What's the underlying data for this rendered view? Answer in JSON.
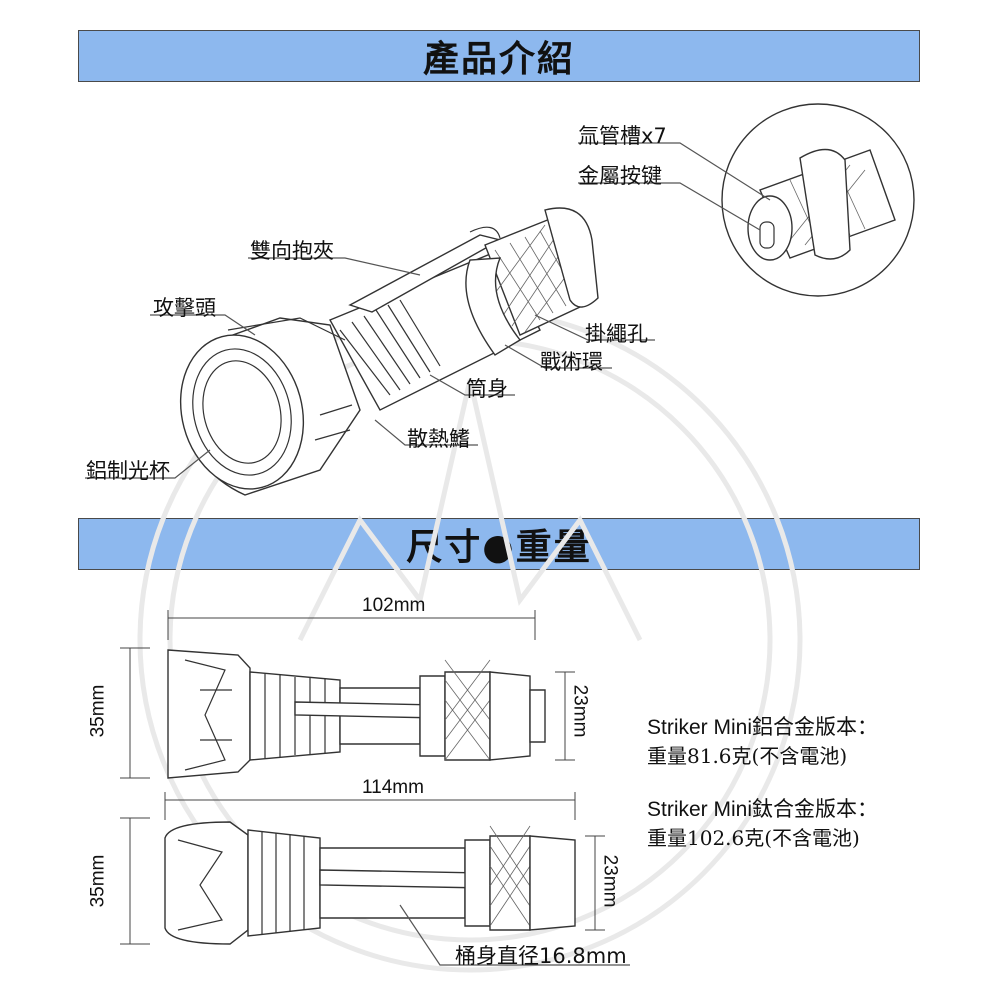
{
  "sections": {
    "intro_title": "產品介紹",
    "size_title": "尺寸●重量"
  },
  "callouts": {
    "o_ring_grooves": "氚管槽x7",
    "metal_button": "金屬按键",
    "clip": "雙向抱夾",
    "strike_head": "攻擊頭",
    "lanyard_hole": "掛繩孔",
    "tactical_ring": "戰術環",
    "body_tube": "筒身",
    "heat_fins": "散熱鰭",
    "reflector": "鋁制光杯"
  },
  "dimensions": {
    "aluminum_length": "102mm",
    "aluminum_head_diameter": "35mm",
    "aluminum_tail_diameter": "23mm",
    "titanium_length": "114mm",
    "titanium_head_diameter": "35mm",
    "titanium_tail_diameter": "23mm",
    "tube_diameter": "桶身直径16.8mm"
  },
  "specs": {
    "aluminum_name": "Striker Mini鋁合金版本：",
    "aluminum_weight": "重量81.6克(不含電池)",
    "titanium_name": "Striker Mini鈦合金版本：",
    "titanium_weight": "重量102.6克(不含電池)"
  }
}
